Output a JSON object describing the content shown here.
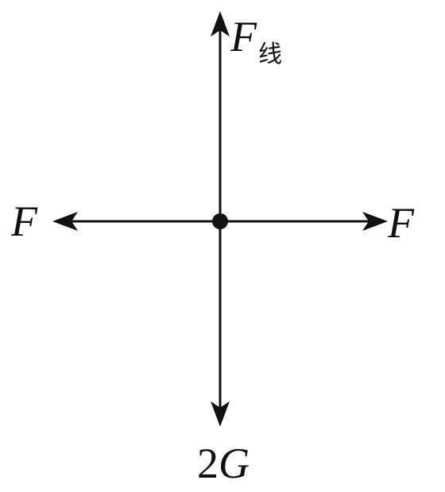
{
  "colors": {
    "ink": "#111111",
    "background": "#ffffff"
  },
  "forces": {
    "up": {
      "symbol": "F",
      "subscript": "线"
    },
    "left": {
      "symbol": "F"
    },
    "right": {
      "symbol": "F"
    },
    "down": {
      "coefficient": "2",
      "symbol": "G"
    }
  }
}
